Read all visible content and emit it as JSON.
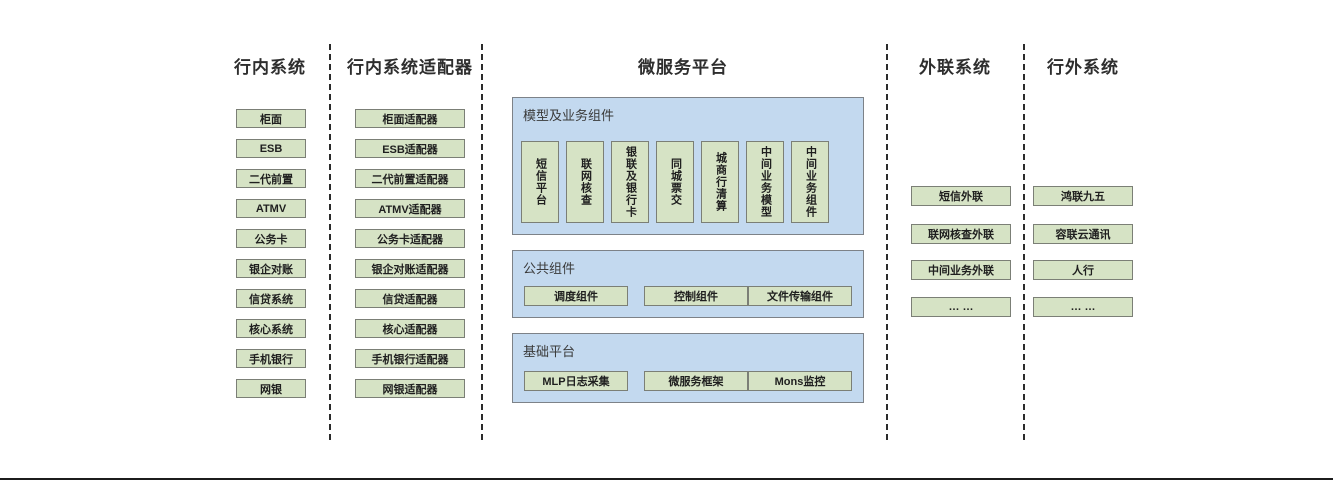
{
  "diagram": {
    "columns": [
      {
        "id": "in-bank-systems",
        "title": "行内系统",
        "items": [
          {
            "label": "柜面"
          },
          {
            "label": "ESB"
          },
          {
            "label": "二代前置"
          },
          {
            "label": "ATMV"
          },
          {
            "label": "公务卡"
          },
          {
            "label": "银企对账"
          },
          {
            "label": "信贷系统"
          },
          {
            "label": "核心系统"
          },
          {
            "label": "手机银行"
          },
          {
            "label": "网银"
          }
        ]
      },
      {
        "id": "in-bank-adapters",
        "title": "行内系统适配器",
        "items": [
          {
            "label": "柜面适配器"
          },
          {
            "label": "ESB适配器"
          },
          {
            "label": "二代前置适配器"
          },
          {
            "label": "ATMV适配器"
          },
          {
            "label": "公务卡适配器"
          },
          {
            "label": "银企对账适配器"
          },
          {
            "label": "信贷适配器"
          },
          {
            "label": "核心适配器"
          },
          {
            "label": "手机银行适配器"
          },
          {
            "label": "网银适配器"
          }
        ]
      },
      {
        "id": "microservice-platform",
        "title": "微服务平台",
        "panels": [
          {
            "id": "model-business-components",
            "title": "模型及业务组件",
            "orientation": "vertical",
            "items": [
              {
                "label": "短信平台"
              },
              {
                "label": "联网核查"
              },
              {
                "label": "银联及银行卡"
              },
              {
                "label": "同城票交"
              },
              {
                "label": "城商行清算"
              },
              {
                "label": "中间业务模型"
              },
              {
                "label": "中间业务组件"
              }
            ]
          },
          {
            "id": "public-components",
            "title": "公共组件",
            "orientation": "horizontal",
            "items": [
              {
                "label": "调度组件"
              },
              {
                "label": "控制组件"
              },
              {
                "label": "文件传输组件"
              }
            ]
          },
          {
            "id": "base-platform",
            "title": "基础平台",
            "orientation": "horizontal",
            "items": [
              {
                "label": "MLP日志采集"
              },
              {
                "label": "微服务框架"
              },
              {
                "label": "Mons监控"
              }
            ]
          }
        ]
      },
      {
        "id": "external-link-systems",
        "title": "外联系统",
        "items": [
          {
            "label": "短信外联"
          },
          {
            "label": "联网核查外联"
          },
          {
            "label": "中间业务外联"
          },
          {
            "label": "… …"
          }
        ]
      },
      {
        "id": "out-of-bank-systems",
        "title": "行外系统",
        "items": [
          {
            "label": "鸿联九五"
          },
          {
            "label": "容联云通讯"
          },
          {
            "label": "人行"
          },
          {
            "label": "… …"
          }
        ]
      }
    ],
    "colors": {
      "node_fill": "#d6e3c5",
      "node_border": "#7b7f76",
      "panel_fill": "#c3d9ef",
      "panel_border": "#7d8288",
      "divider": "#2b2b2b",
      "text": "#1f1f1f",
      "background": "#ffffff"
    }
  }
}
